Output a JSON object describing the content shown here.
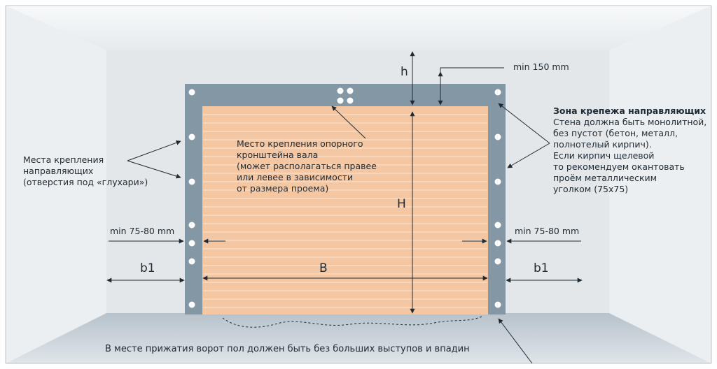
{
  "labels": {
    "h": "h",
    "min150": "min 150 mm",
    "H": "H",
    "B": "B",
    "b1_left": "b1",
    "b1_right": "b1",
    "min_left": "min 75-80 mm",
    "min_right": "min 75-80 mm"
  },
  "guide_mounts": {
    "lines": [
      "Места крепления",
      "направляющих",
      "(отверстия под «глухари»)"
    ]
  },
  "shaft_bracket": {
    "lines": [
      "Место крепления опорного",
      "кронштейна вала",
      "(может располагаться правее",
      "или левее в зависимости",
      "от размера проема)"
    ]
  },
  "mount_zone": {
    "title": "Зона крепежа направляющих",
    "lines": [
      "Стена должна быть монолитной,",
      "без пустот (бетон, металл,",
      "полнотелый кирпич).",
      "Если кирпич щелевой",
      "то рекомендуем окантовать",
      "проём металлическим",
      "уголком (75x75)"
    ]
  },
  "floor_note": "В месте прижатия ворот пол должен быть без больших выступов и впадин",
  "colors": {
    "wall": "#e3e7ea",
    "floor": "#c2ccd3",
    "frame": "#8497a4",
    "door": "#f4c6a2",
    "text": "#1f2a33",
    "border": "#bcc5cc"
  }
}
